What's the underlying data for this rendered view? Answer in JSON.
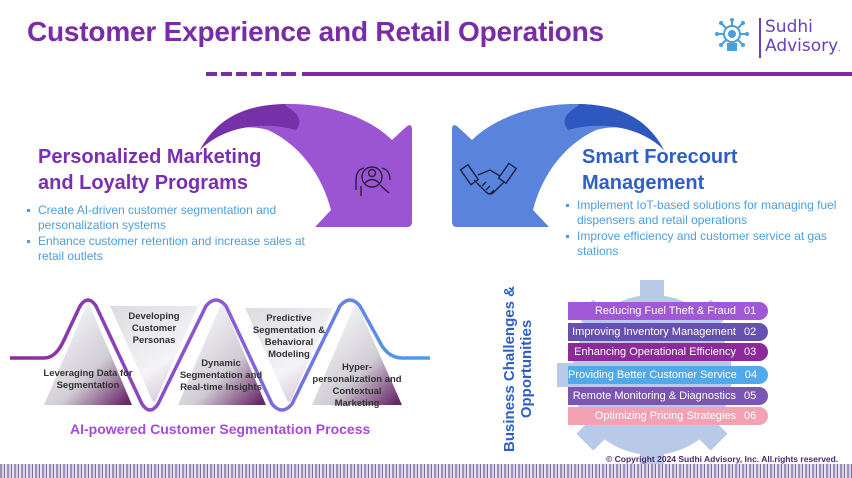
{
  "header": {
    "title": "Customer Experience and Retail Operations",
    "logo_line1": "Sudhi",
    "logo_line2": "Advisory",
    "logo_icon": "lightbulb-network-icon"
  },
  "left_section": {
    "heading_line1": "Personalized Marketing",
    "heading_line2": "and Loyalty Programs",
    "icon": "user-search-icon",
    "bullets": [
      "Create AI-driven customer segmentation and personalization systems",
      "Enhance customer retention and increase sales at retail outlets"
    ]
  },
  "right_section": {
    "heading_line1": "Smart Forecourt",
    "heading_line2": "Management",
    "icon": "handshake-icon",
    "bullets": [
      "Implement IoT-based solutions for managing fuel dispensers and retail operations",
      "Improve efficiency and customer service at gas stations"
    ]
  },
  "process": {
    "title": "AI-powered Customer Segmentation Process",
    "steps": [
      "Leveraging Data for Segmentation",
      "Developing Customer Personas",
      "Dynamic Segmentation and Real-time Insights",
      "Predictive Segmentation & Behavioral Modeling",
      "Hyper-personalization and Contextual Marketing"
    ]
  },
  "challenges": {
    "title": "Business Challenges & Opportunities",
    "items": [
      {
        "label": "Reducing Fuel Theft & Fraud",
        "num": "01",
        "color": "#a058d6"
      },
      {
        "label": "Improving Inventory Management",
        "num": "02",
        "color": "#6650b2"
      },
      {
        "label": "Enhancing Operational Efficiency",
        "num": "03",
        "color": "#8b2a98"
      },
      {
        "label": "Providing Better Customer Service",
        "num": "04",
        "color": "#4fa9ea"
      },
      {
        "label": "Remote Monitoring & Diagnostics",
        "num": "05",
        "color": "#7a56b2"
      },
      {
        "label": "Optimizing Pricing Strategies",
        "num": "06",
        "color": "#f2a2b2"
      }
    ]
  },
  "footer": {
    "copyright": "© Copyright 2024 Sudhi Advisory, Inc. All.rights reserved."
  }
}
